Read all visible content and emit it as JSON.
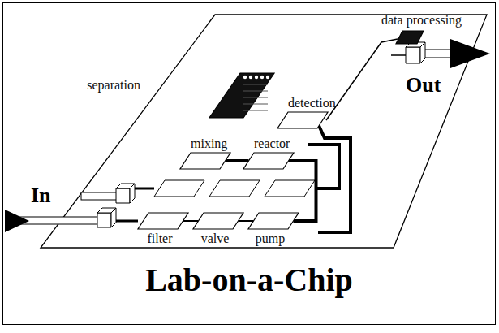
{
  "diagram": {
    "title": "Lab-on-a-Chip",
    "nodes": [
      {
        "text": [
          "separation"
        ]
      },
      {
        "text": [
          "data processing"
        ]
      },
      {
        "text": [
          "detection"
        ]
      },
      {
        "text": [
          "mixing"
        ]
      },
      {
        "text": [
          "reactor"
        ]
      },
      {
        "text": [
          "filter"
        ]
      },
      {
        "text": [
          "valve"
        ]
      },
      {
        "text": [
          "pump"
        ]
      }
    ],
    "edges": [
      {
        "from": 5,
        "to": 6,
        "arrow": "none"
      },
      {
        "from": 6,
        "to": 7,
        "arrow": "none"
      },
      {
        "from": 7,
        "to": 4,
        "arrow": "none"
      },
      {
        "from": 3,
        "to": 4,
        "arrow": "none"
      }
    ],
    "labels": [
      "In",
      "Out"
    ]
  }
}
